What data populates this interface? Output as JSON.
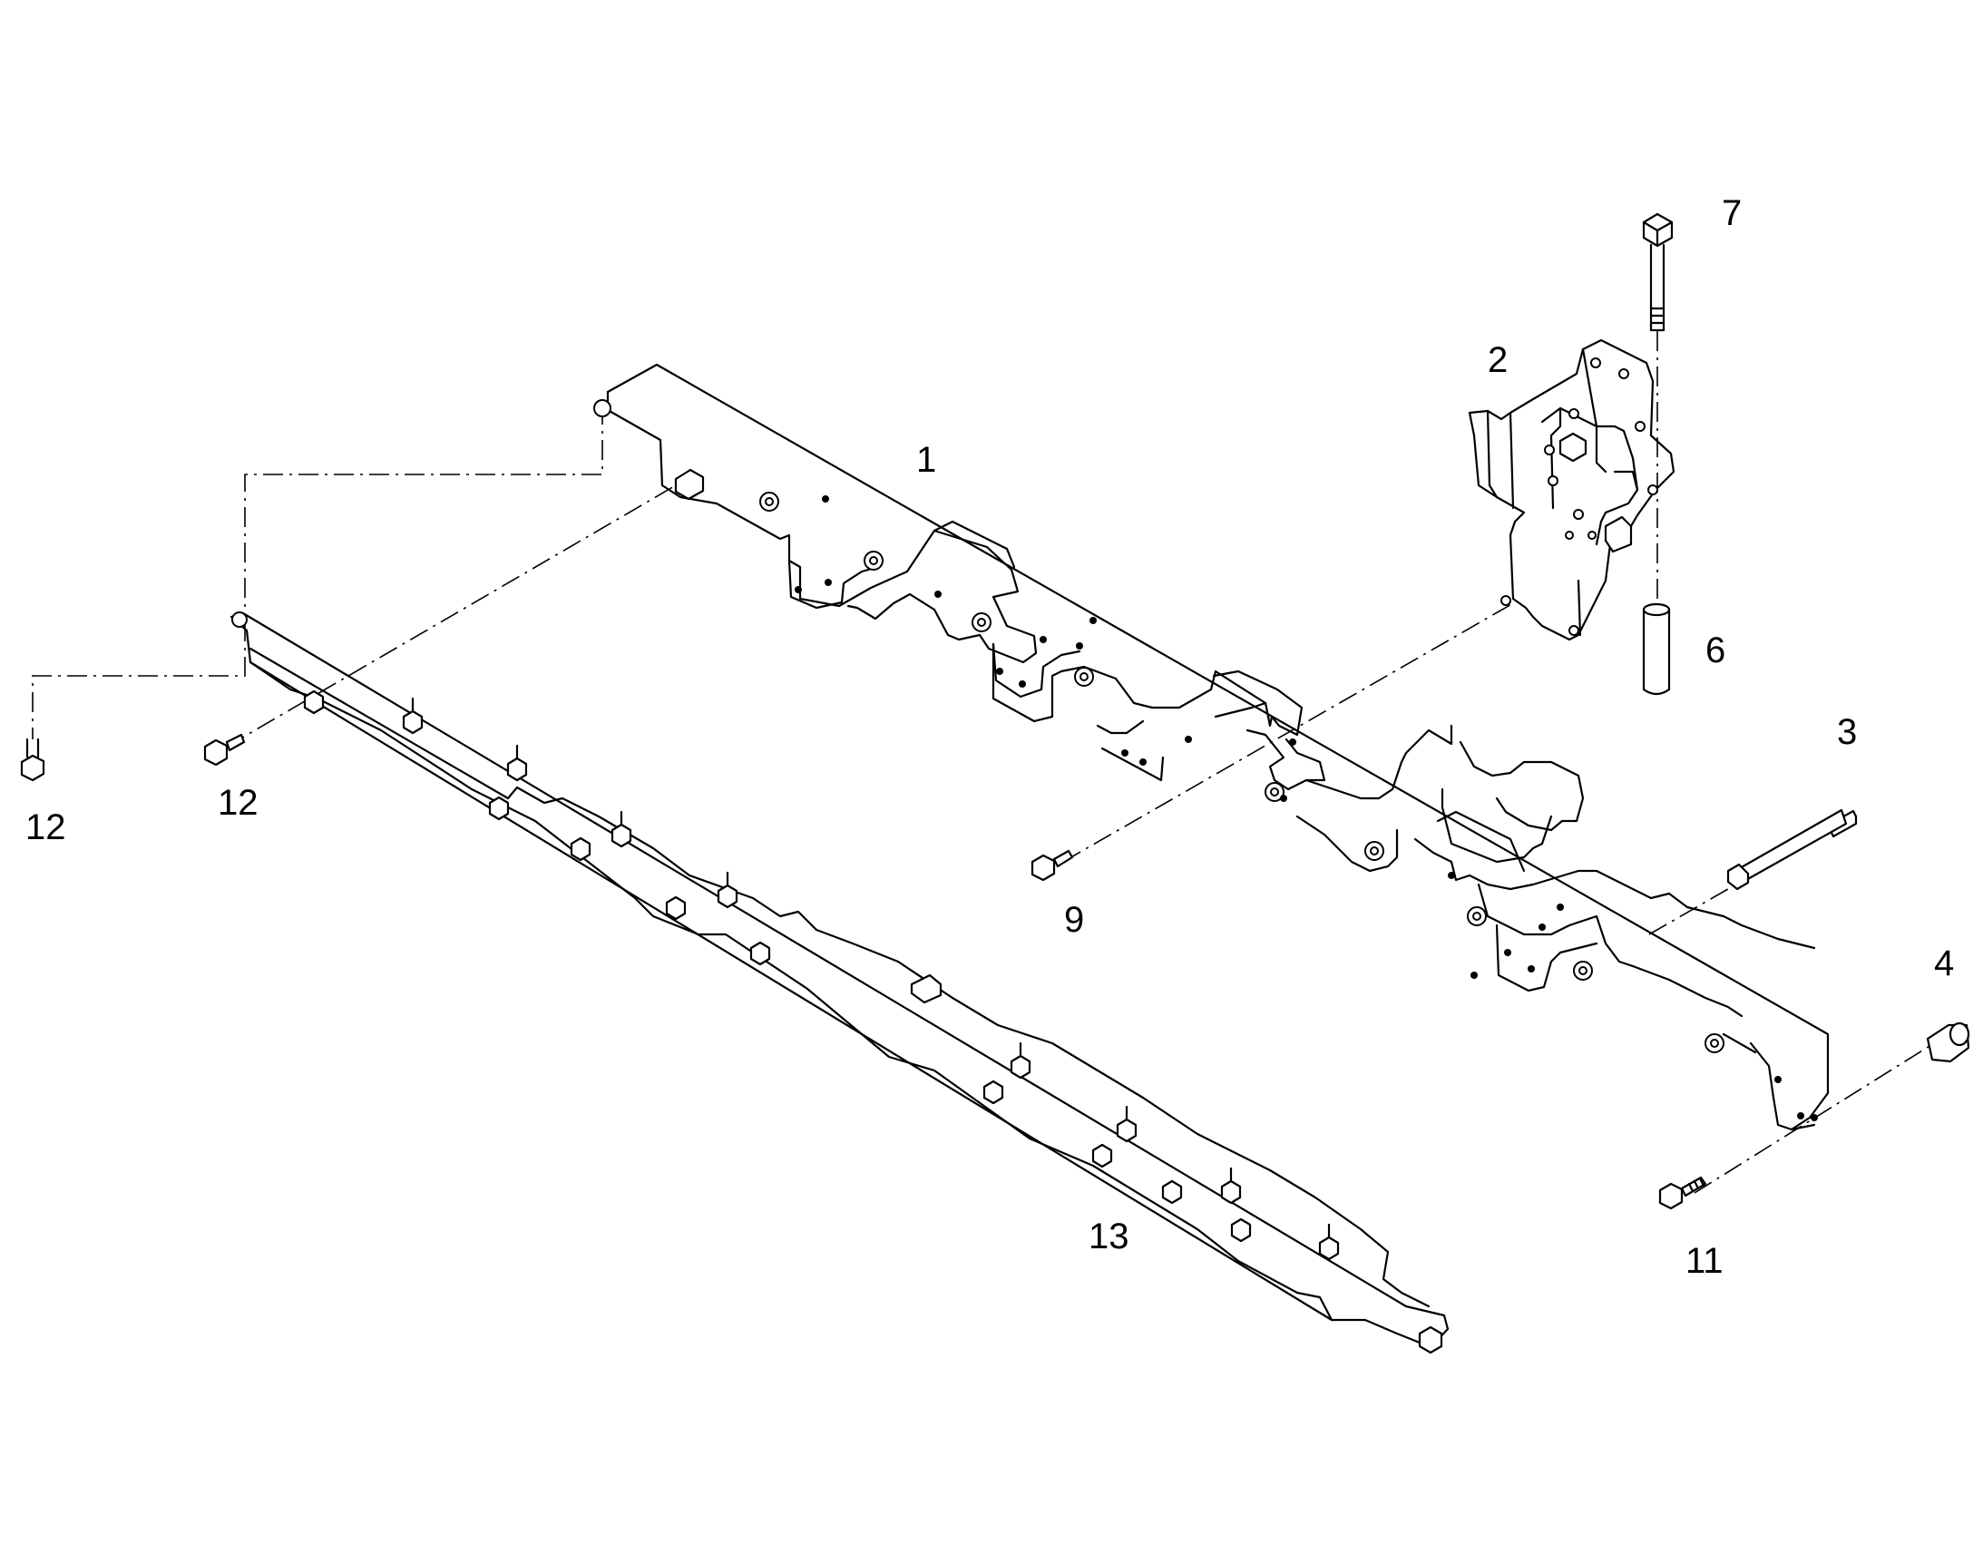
{
  "callouts": [
    {
      "id": "c1",
      "label": "1"
    },
    {
      "id": "c2",
      "label": "2"
    },
    {
      "id": "c3",
      "label": "3"
    },
    {
      "id": "c4",
      "label": "4"
    },
    {
      "id": "c6",
      "label": "6"
    },
    {
      "id": "c7",
      "label": "7"
    },
    {
      "id": "c9",
      "label": "9"
    },
    {
      "id": "c11",
      "label": "11"
    },
    {
      "id": "c12a",
      "label": "12"
    },
    {
      "id": "c12b",
      "label": "12"
    },
    {
      "id": "c13",
      "label": "13"
    }
  ]
}
